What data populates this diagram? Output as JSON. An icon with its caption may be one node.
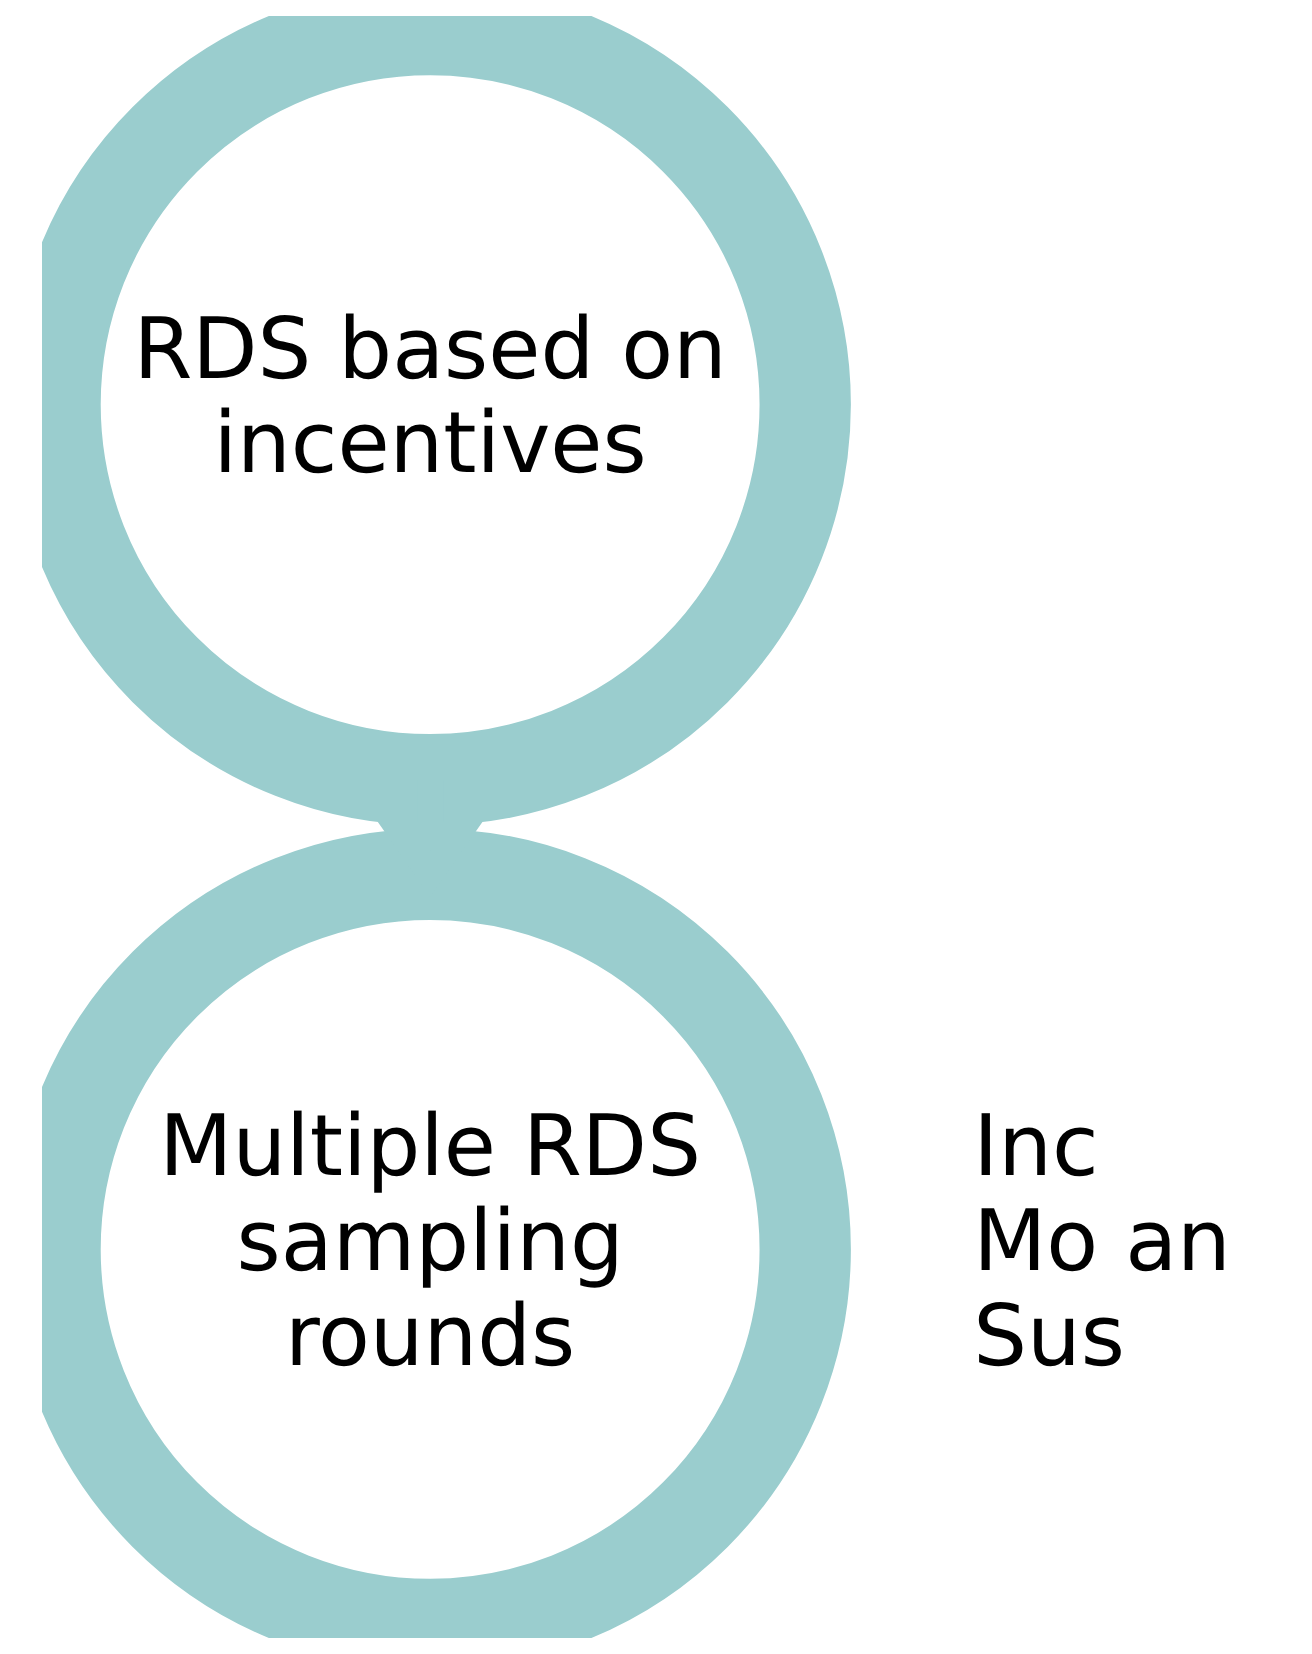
{
  "diagram": {
    "nodes": [
      {
        "text": [
          "RDS based on incentives"
        ]
      },
      {
        "text": [
          "Multiple RDS sampling rounds"
        ]
      }
    ],
    "edges": [
      {
        "from": 0,
        "to": 1,
        "arrow": "to"
      }
    ],
    "labels": [
      "Inc",
      "Mo an",
      "Sus"
    ]
  }
}
